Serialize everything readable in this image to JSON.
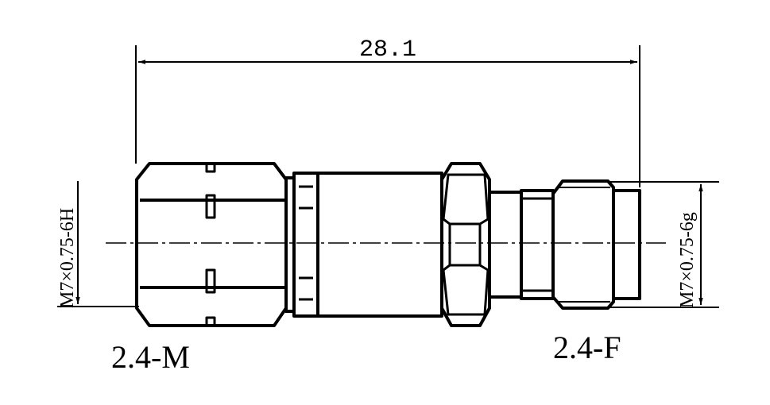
{
  "dimensions": {
    "overall_length": "28.1",
    "left_thread": "M7×0.75-6H",
    "right_thread": "M7×0.75-6g"
  },
  "labels": {
    "left_connector": "2.4-M",
    "right_connector": "2.4-F"
  }
}
